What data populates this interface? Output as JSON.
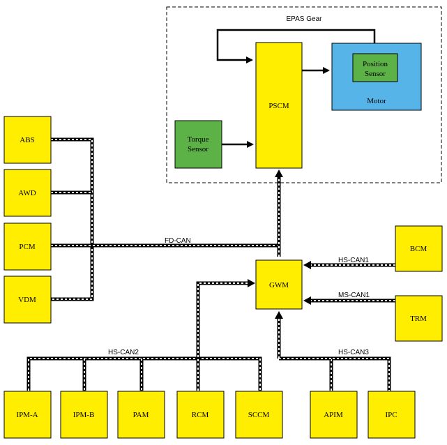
{
  "epas": {
    "title": "EPAS Gear"
  },
  "nodes": {
    "pscm": "PSCM",
    "motor": "Motor",
    "position_sensor": [
      "Position",
      "Sensor"
    ],
    "torque_sensor": [
      "Torque",
      "Sensor"
    ],
    "abs": "ABS",
    "awd": "AWD",
    "pcm": "PCM",
    "vdm": "VDM",
    "gwm": "GWM",
    "bcm": "BCM",
    "trm": "TRM",
    "ipm_a": "IPM-A",
    "ipm_b": "IPM-B",
    "pam": "PAM",
    "rcm": "RCM",
    "sccm": "SCCM",
    "apim": "APIM",
    "ipc": "IPC"
  },
  "buses": {
    "fd_can": "FD-CAN",
    "hs_can1": "HS-CAN1",
    "ms_can1": "MS-CAN1",
    "hs_can2": "HS-CAN2",
    "hs_can3": "HS-CAN3"
  },
  "colors": {
    "ecu": "#ffee00",
    "sensor": "#5cb147",
    "motor": "#56b4e9"
  }
}
